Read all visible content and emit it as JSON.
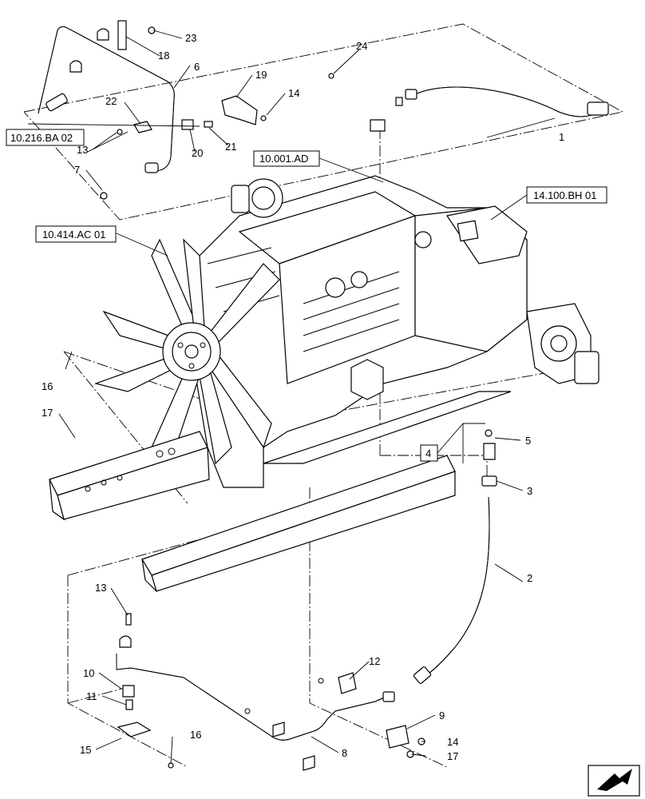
{
  "callouts": [
    {
      "id": "c1",
      "text": "1"
    },
    {
      "id": "c2",
      "text": "2"
    },
    {
      "id": "c3",
      "text": "3"
    },
    {
      "id": "c5",
      "text": "5"
    },
    {
      "id": "c6",
      "text": "6"
    },
    {
      "id": "c7",
      "text": "7"
    },
    {
      "id": "c8",
      "text": "8"
    },
    {
      "id": "c9",
      "text": "9"
    },
    {
      "id": "c10",
      "text": "10"
    },
    {
      "id": "c11",
      "text": "11"
    },
    {
      "id": "c12",
      "text": "12"
    },
    {
      "id": "c13a",
      "text": "13"
    },
    {
      "id": "c13b",
      "text": "13"
    },
    {
      "id": "c14a",
      "text": "14"
    },
    {
      "id": "c14b",
      "text": "14"
    },
    {
      "id": "c15",
      "text": "15"
    },
    {
      "id": "c16a",
      "text": "16"
    },
    {
      "id": "c16b",
      "text": "16"
    },
    {
      "id": "c17a",
      "text": "17"
    },
    {
      "id": "c17b",
      "text": "17"
    },
    {
      "id": "c18",
      "text": "18"
    },
    {
      "id": "c19",
      "text": "19"
    },
    {
      "id": "c20",
      "text": "20"
    },
    {
      "id": "c21",
      "text": "21"
    },
    {
      "id": "c22",
      "text": "22"
    },
    {
      "id": "c23",
      "text": "23"
    },
    {
      "id": "c24",
      "text": "24"
    }
  ],
  "references": [
    {
      "id": "r1",
      "text": "10.216.BA 02"
    },
    {
      "id": "r2",
      "text": "10.001.AD"
    },
    {
      "id": "r3",
      "text": "14.100.BH 01"
    },
    {
      "id": "r4",
      "text": "10.414.AC 01"
    },
    {
      "id": "r5",
      "text": "4"
    }
  ],
  "icons": {
    "orientation": "direction-arrow-icon"
  }
}
